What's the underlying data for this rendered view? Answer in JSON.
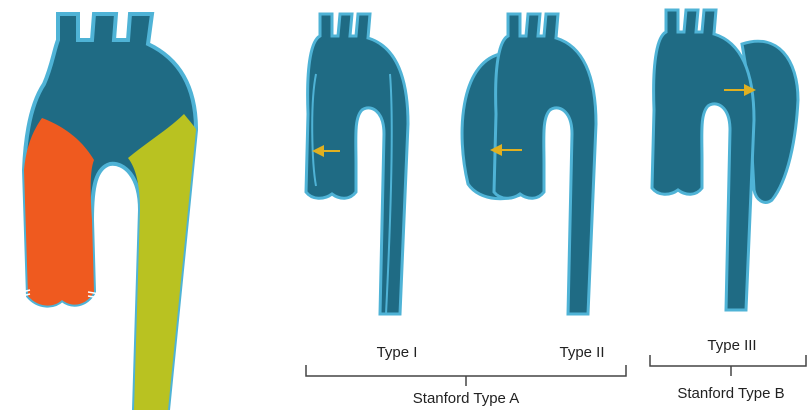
{
  "labels": {
    "type_1": "Type I",
    "type_2": "Type II",
    "type_3": "Type III",
    "group_a": "Stanford Type A",
    "group_b": "Stanford Type B"
  },
  "colors": {
    "aorta": "#1f6b84",
    "aorta_outline": "#4fb3d6",
    "lumen_dark": "#17546a",
    "region_orange": "#ef5a1f",
    "region_green": "#b9c221",
    "arrow": "#e0b020",
    "bracket": "#444444"
  },
  "icons": [
    "aorta-segments-figure",
    "type-i-aorta-icon",
    "type-ii-aorta-icon",
    "type-iii-aorta-icon",
    "tear-arrow-icon"
  ]
}
